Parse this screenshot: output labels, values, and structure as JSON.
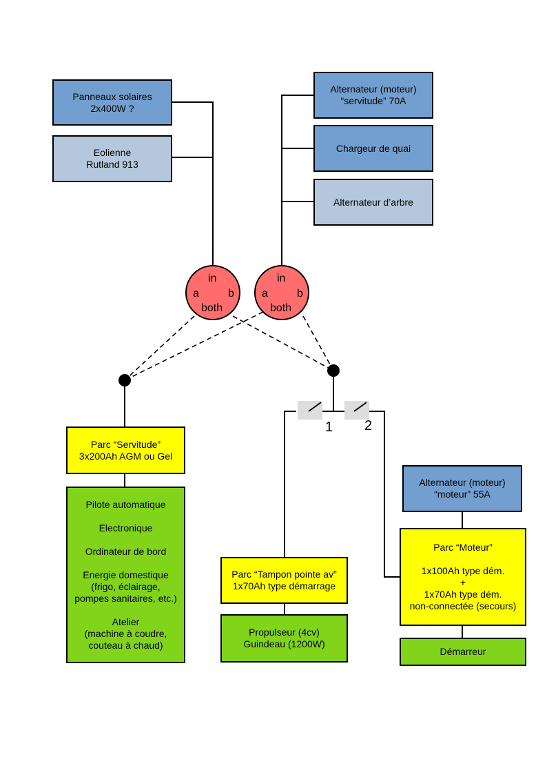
{
  "sources": {
    "solar": [
      "Panneaux solaires",
      "2x400W ?"
    ],
    "wind": [
      "Eolienne",
      "Rutland 913"
    ],
    "alt_service": [
      "Alternateur (moteur)",
      "“servitude” 70A"
    ],
    "charger": [
      "Chargeur de quai"
    ],
    "shaft_alt": [
      "Alternateur d’arbre"
    ],
    "alt_engine": [
      "Alternateur (moteur)",
      "“moteur” 55A"
    ]
  },
  "switch_labels": {
    "in": "in",
    "a": "a",
    "b": "b",
    "both": "both"
  },
  "breakers": [
    "1",
    "2"
  ],
  "banks": {
    "service": [
      "Parc “Servitude”",
      "3x200Ah AGM ou Gel"
    ],
    "bow": [
      "Parc “Tampon pointe av”",
      "1x70Ah type démarrage"
    ],
    "engine": [
      "Parc “Moteur”",
      "",
      "1x100Ah type dém.",
      "+",
      "1x70Ah type dém.",
      "non-connectée (secours)"
    ]
  },
  "loads": {
    "service": [
      "Pilote automatique",
      "",
      "Electronique",
      "",
      "Ordinateur de bord",
      "",
      "Energie domestique",
      "(frigo, éclairage,",
      "pompes sanitaires, etc.)",
      "",
      "Atelier",
      "(machine à coudre,",
      "couteau à chaud)"
    ],
    "bow": [
      "Propulseur (4cv)",
      "Guindeau (1200W)"
    ],
    "engine": [
      "Démarreur"
    ]
  },
  "colors": {
    "source_blue": "#729fcf",
    "source_light": "#b4c7dc",
    "bank_yellow": "#ffff00",
    "load_green": "#81d41a",
    "switch_red": "#ff6d6d",
    "breaker_grey": "#dddddd"
  }
}
